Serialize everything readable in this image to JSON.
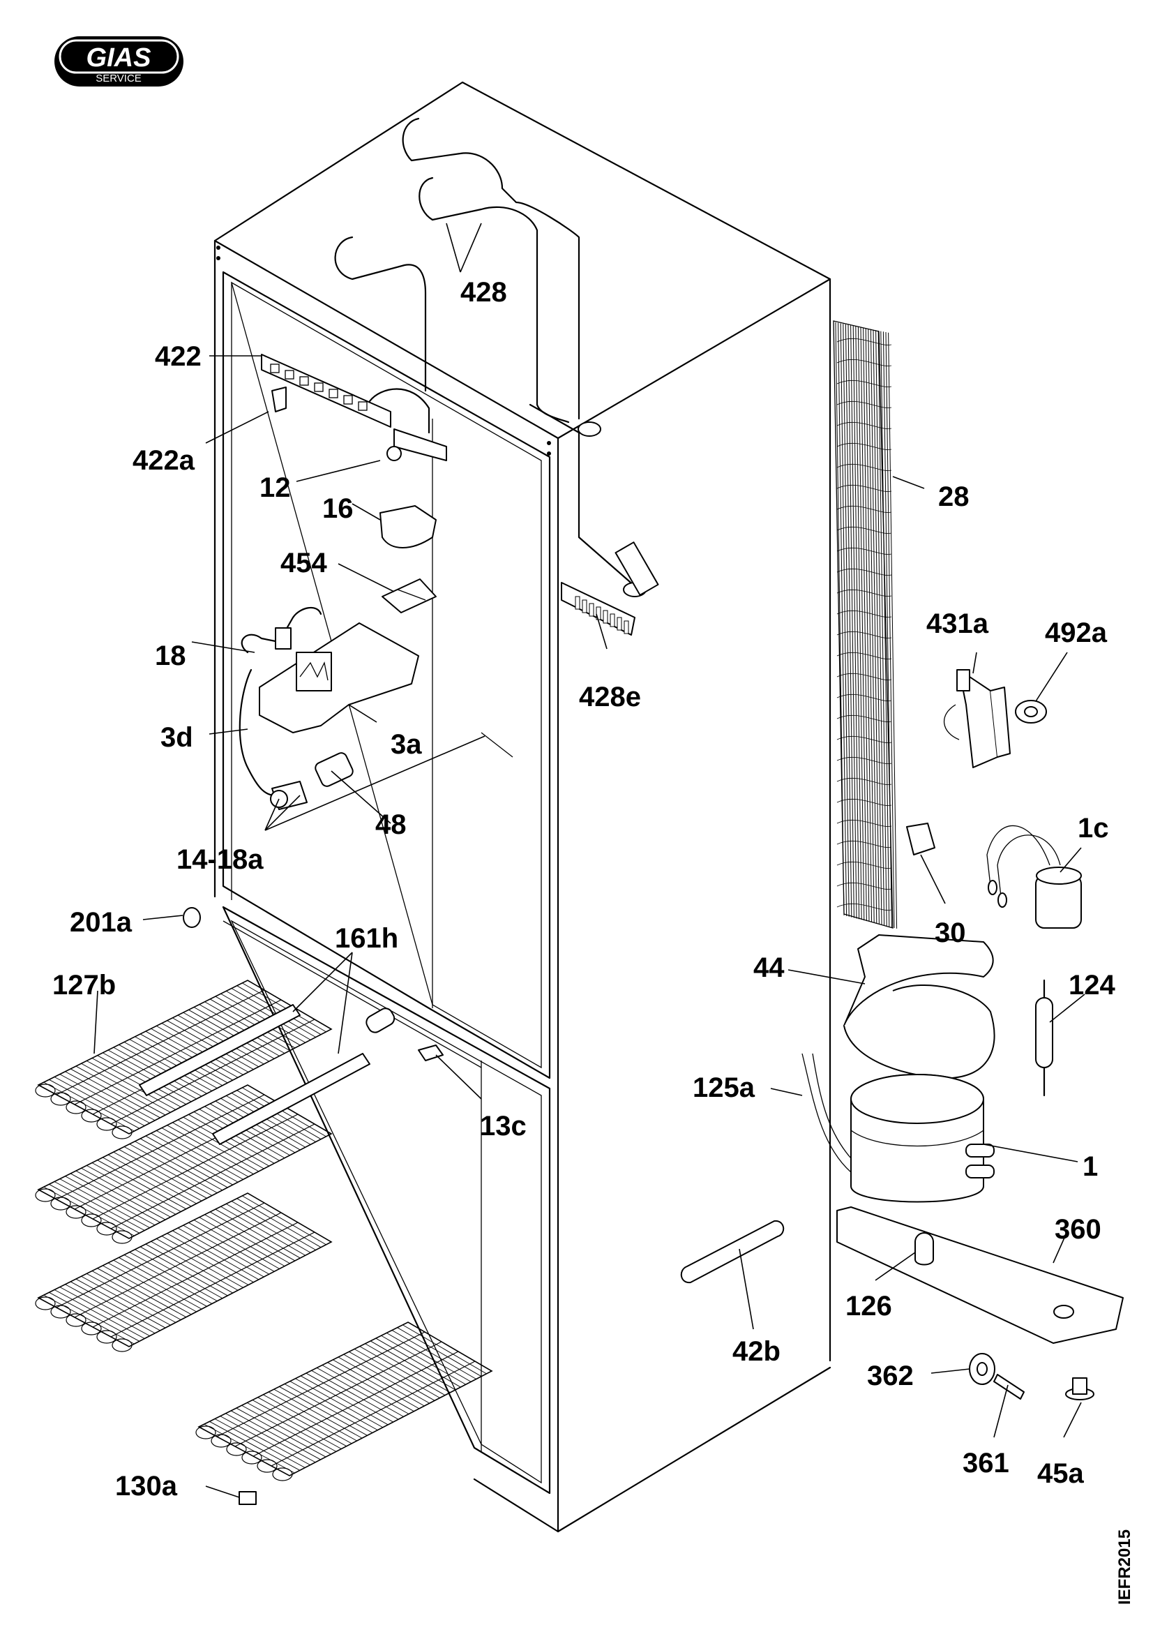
{
  "brand": {
    "name": "GIAS",
    "subtitle": "SERVICE"
  },
  "document_code": "IEFR2015",
  "labels": {
    "p428": "428",
    "p422": "422",
    "p422a": "422a",
    "p12": "12",
    "p16": "16",
    "p454": "454",
    "p18": "18",
    "p3d": "3d",
    "p3a": "3a",
    "p48": "48",
    "p14_18a": "14-18a",
    "p201a": "201a",
    "p161h": "161h",
    "p127b": "127b",
    "p13c": "13c",
    "p130a": "130a",
    "p28": "28",
    "p428e": "428e",
    "p431a": "431a",
    "p492a": "492a",
    "p1c": "1c",
    "p30": "30",
    "p44": "44",
    "p124": "124",
    "p125a": "125a",
    "p1": "1",
    "p360": "360",
    "p126": "126",
    "p42b": "42b",
    "p362": "362",
    "p361": "361",
    "p45a": "45a"
  }
}
